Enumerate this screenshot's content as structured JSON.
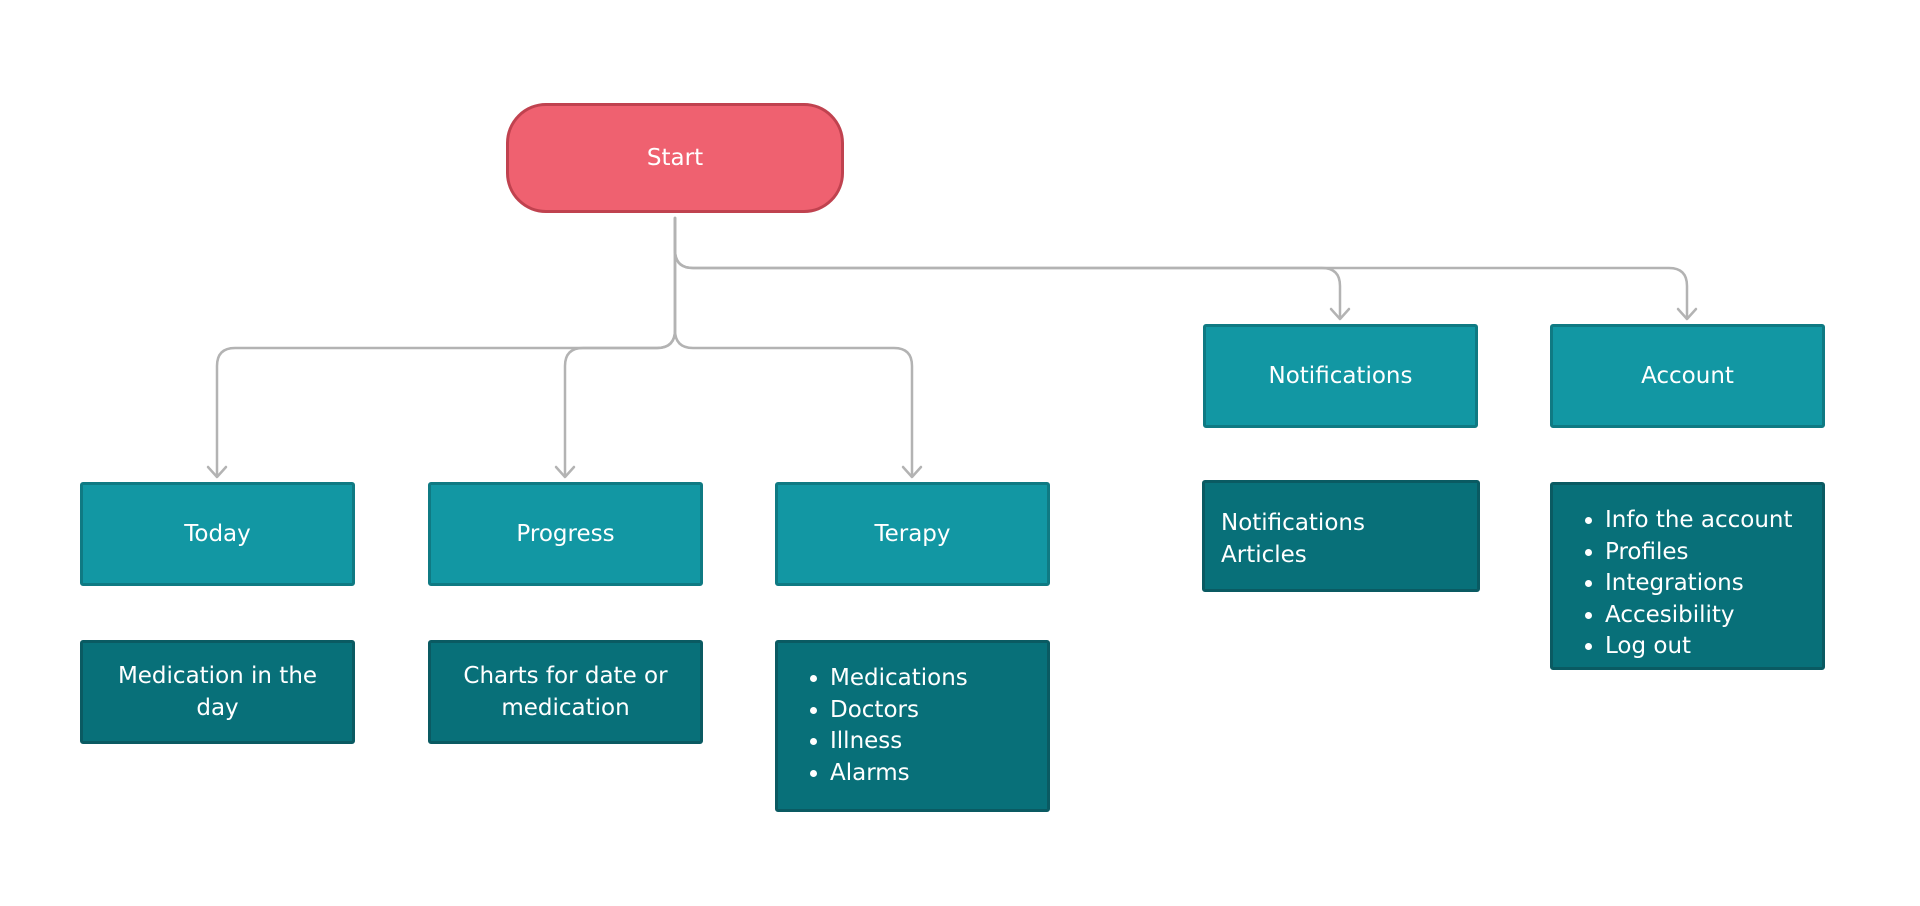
{
  "colors": {
    "start_fill": "#ef6170",
    "start_border": "#c0424f",
    "section_fill": "#1297a3",
    "section_border": "#0f7a83",
    "detail_fill": "#087079",
    "detail_border": "#0a5a62",
    "connector": "#b3b3b3",
    "text": "#ffffff"
  },
  "start": {
    "label": "Start"
  },
  "sections": [
    {
      "label": "Today",
      "detail": {
        "kind": "text",
        "text": "Medication in the day"
      }
    },
    {
      "label": "Progress",
      "detail": {
        "kind": "text",
        "text": "Charts for date or medication"
      }
    },
    {
      "label": "Terapy",
      "detail": {
        "kind": "list",
        "items": [
          "Medications",
          "Doctors",
          "Illness",
          "Alarms"
        ]
      }
    },
    {
      "label": "Notifications",
      "detail": {
        "kind": "lines",
        "lines": [
          "Notifications",
          "Articles"
        ]
      }
    },
    {
      "label": "Account",
      "detail": {
        "kind": "list",
        "items": [
          "Info the account",
          "Profiles",
          "Integrations",
          "Accesibility",
          "Log out"
        ]
      }
    }
  ],
  "edges": [
    {
      "from": "Start",
      "to": "Today"
    },
    {
      "from": "Start",
      "to": "Progress"
    },
    {
      "from": "Start",
      "to": "Terapy"
    },
    {
      "from": "Start",
      "to": "Notifications"
    },
    {
      "from": "Start",
      "to": "Account"
    }
  ]
}
